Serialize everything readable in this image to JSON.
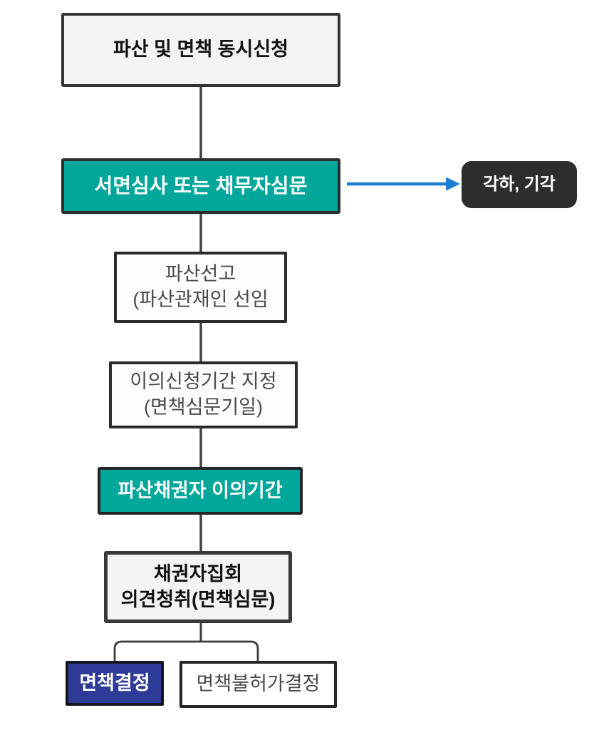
{
  "diagram": {
    "type": "flowchart",
    "language": "ko",
    "nodes": {
      "apply": {
        "label": "파산 및 면책 동시신청"
      },
      "review": {
        "label": "서면심사 또는 채무자심문"
      },
      "reject": {
        "label": "각하, 기각"
      },
      "declare": {
        "line1": "파산선고",
        "line2": "(파산관재인 선임"
      },
      "objection_set": {
        "line1": "이의신청기간 지정",
        "line2": "(면책심문기일)"
      },
      "creditor_objection": {
        "label": "파산채권자 이의기간"
      },
      "meeting": {
        "line1": "채권자집회",
        "line2": "의견청취(면책심문)"
      },
      "discharge": {
        "label": "면책결정"
      },
      "no_discharge": {
        "label": "면책불허가결정"
      }
    },
    "edges": [
      {
        "from": "apply",
        "to": "review",
        "style": "plain-line"
      },
      {
        "from": "review",
        "to": "reject",
        "style": "blue-arrow"
      },
      {
        "from": "review",
        "to": "declare",
        "style": "plain-line"
      },
      {
        "from": "declare",
        "to": "objection_set",
        "style": "plain-line"
      },
      {
        "from": "objection_set",
        "to": "creditor_objection",
        "style": "plain-line"
      },
      {
        "from": "creditor_objection",
        "to": "meeting",
        "style": "plain-line"
      },
      {
        "from": "meeting",
        "to": "discharge",
        "style": "branch"
      },
      {
        "from": "meeting",
        "to": "no_discharge",
        "style": "branch"
      }
    ],
    "colors": {
      "teal": "#00a79a",
      "navy": "#2e3a97",
      "dark_node": "#2d2d2d",
      "arrow_blue": "#1b7ed3",
      "connector_line": "#444444",
      "box_border": "#333333",
      "light_fill": "#f4f4f4",
      "gray_text": "#4a4a4a"
    }
  }
}
